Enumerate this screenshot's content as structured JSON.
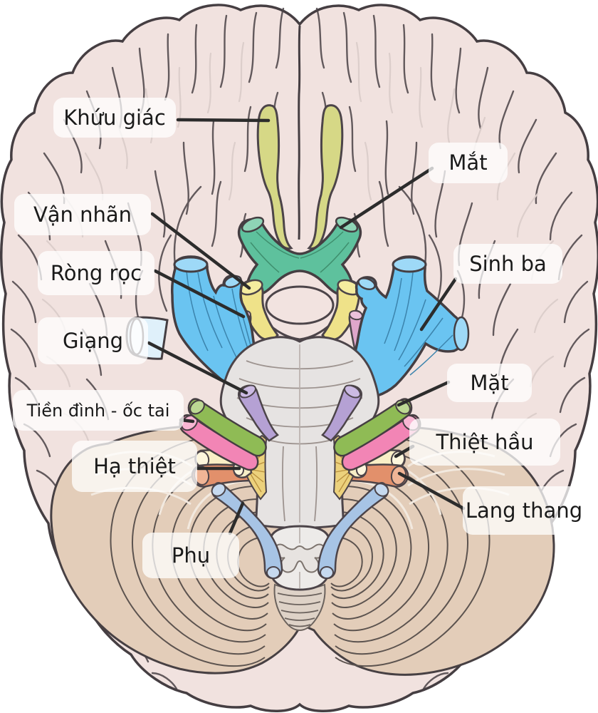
{
  "labels": {
    "olfactory": "Khứu giác",
    "optic": "Mắt",
    "oculomotor": "Vận nhãn",
    "trochlear": "Ròng rọc",
    "abducens": "Giạng",
    "vestibulocochlear": "Tiền đình - ốc tai",
    "hypoglossal": "Hạ thiệt",
    "accessory": "Phụ",
    "trigeminal": "Sinh ba",
    "facial": "Mặt",
    "glossopharyngeal": "Thiệt hầu",
    "vagus": "Lang thang"
  },
  "colors": {
    "cerebrum": "#f1e2df",
    "cerebellum": "#e3cdb9",
    "brainstem": "#e6e3e2",
    "olfactory": "#d6d886",
    "optic": "#5ec19d",
    "oculomotor": "#efe289",
    "trochlear": "#dfa6cb",
    "trigeminal": "#6ac4f1",
    "trigeminal_pale": "#dff0fa",
    "abducens": "#b5a1d4",
    "facial": "#8fbb55",
    "vestibulocochlear": "#f285b5",
    "glossopharyngeal": "#f9efc6",
    "vagus": "#e2906b",
    "accessory": "#a7c4e5",
    "hypoglossal": "#ecd17c",
    "pointer_line": "#2c2c2c",
    "label_background": "rgba(255,255,255,0.75)",
    "label_text": "#1a1a1a"
  }
}
